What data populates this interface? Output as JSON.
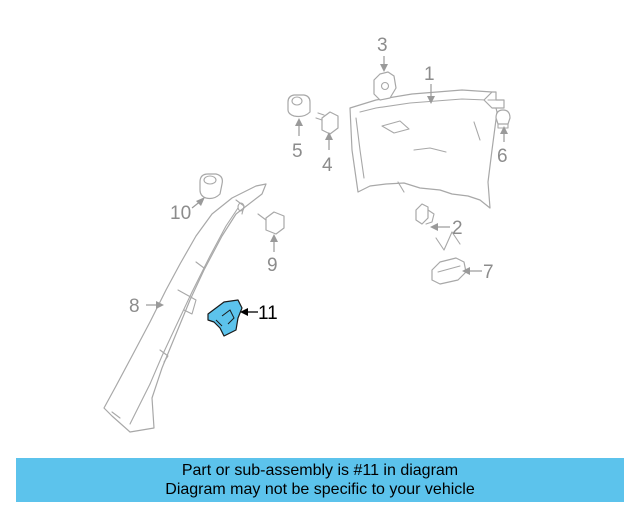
{
  "diagram": {
    "callouts": [
      {
        "id": "1",
        "label": "1"
      },
      {
        "id": "2",
        "label": "2"
      },
      {
        "id": "3",
        "label": "3"
      },
      {
        "id": "4",
        "label": "4"
      },
      {
        "id": "5",
        "label": "5"
      },
      {
        "id": "6",
        "label": "6"
      },
      {
        "id": "7",
        "label": "7"
      },
      {
        "id": "8",
        "label": "8"
      },
      {
        "id": "9",
        "label": "9"
      },
      {
        "id": "10",
        "label": "10"
      },
      {
        "id": "11",
        "label": "11"
      }
    ],
    "highlighted_part": "11",
    "colors": {
      "highlight": "#5cc3ec",
      "line": "#a8a8a8",
      "callout_text": "#8c8c8c"
    }
  },
  "banner": {
    "line1": "Part or sub-assembly is #11 in diagram",
    "line2": "Diagram may not be specific to your vehicle"
  }
}
